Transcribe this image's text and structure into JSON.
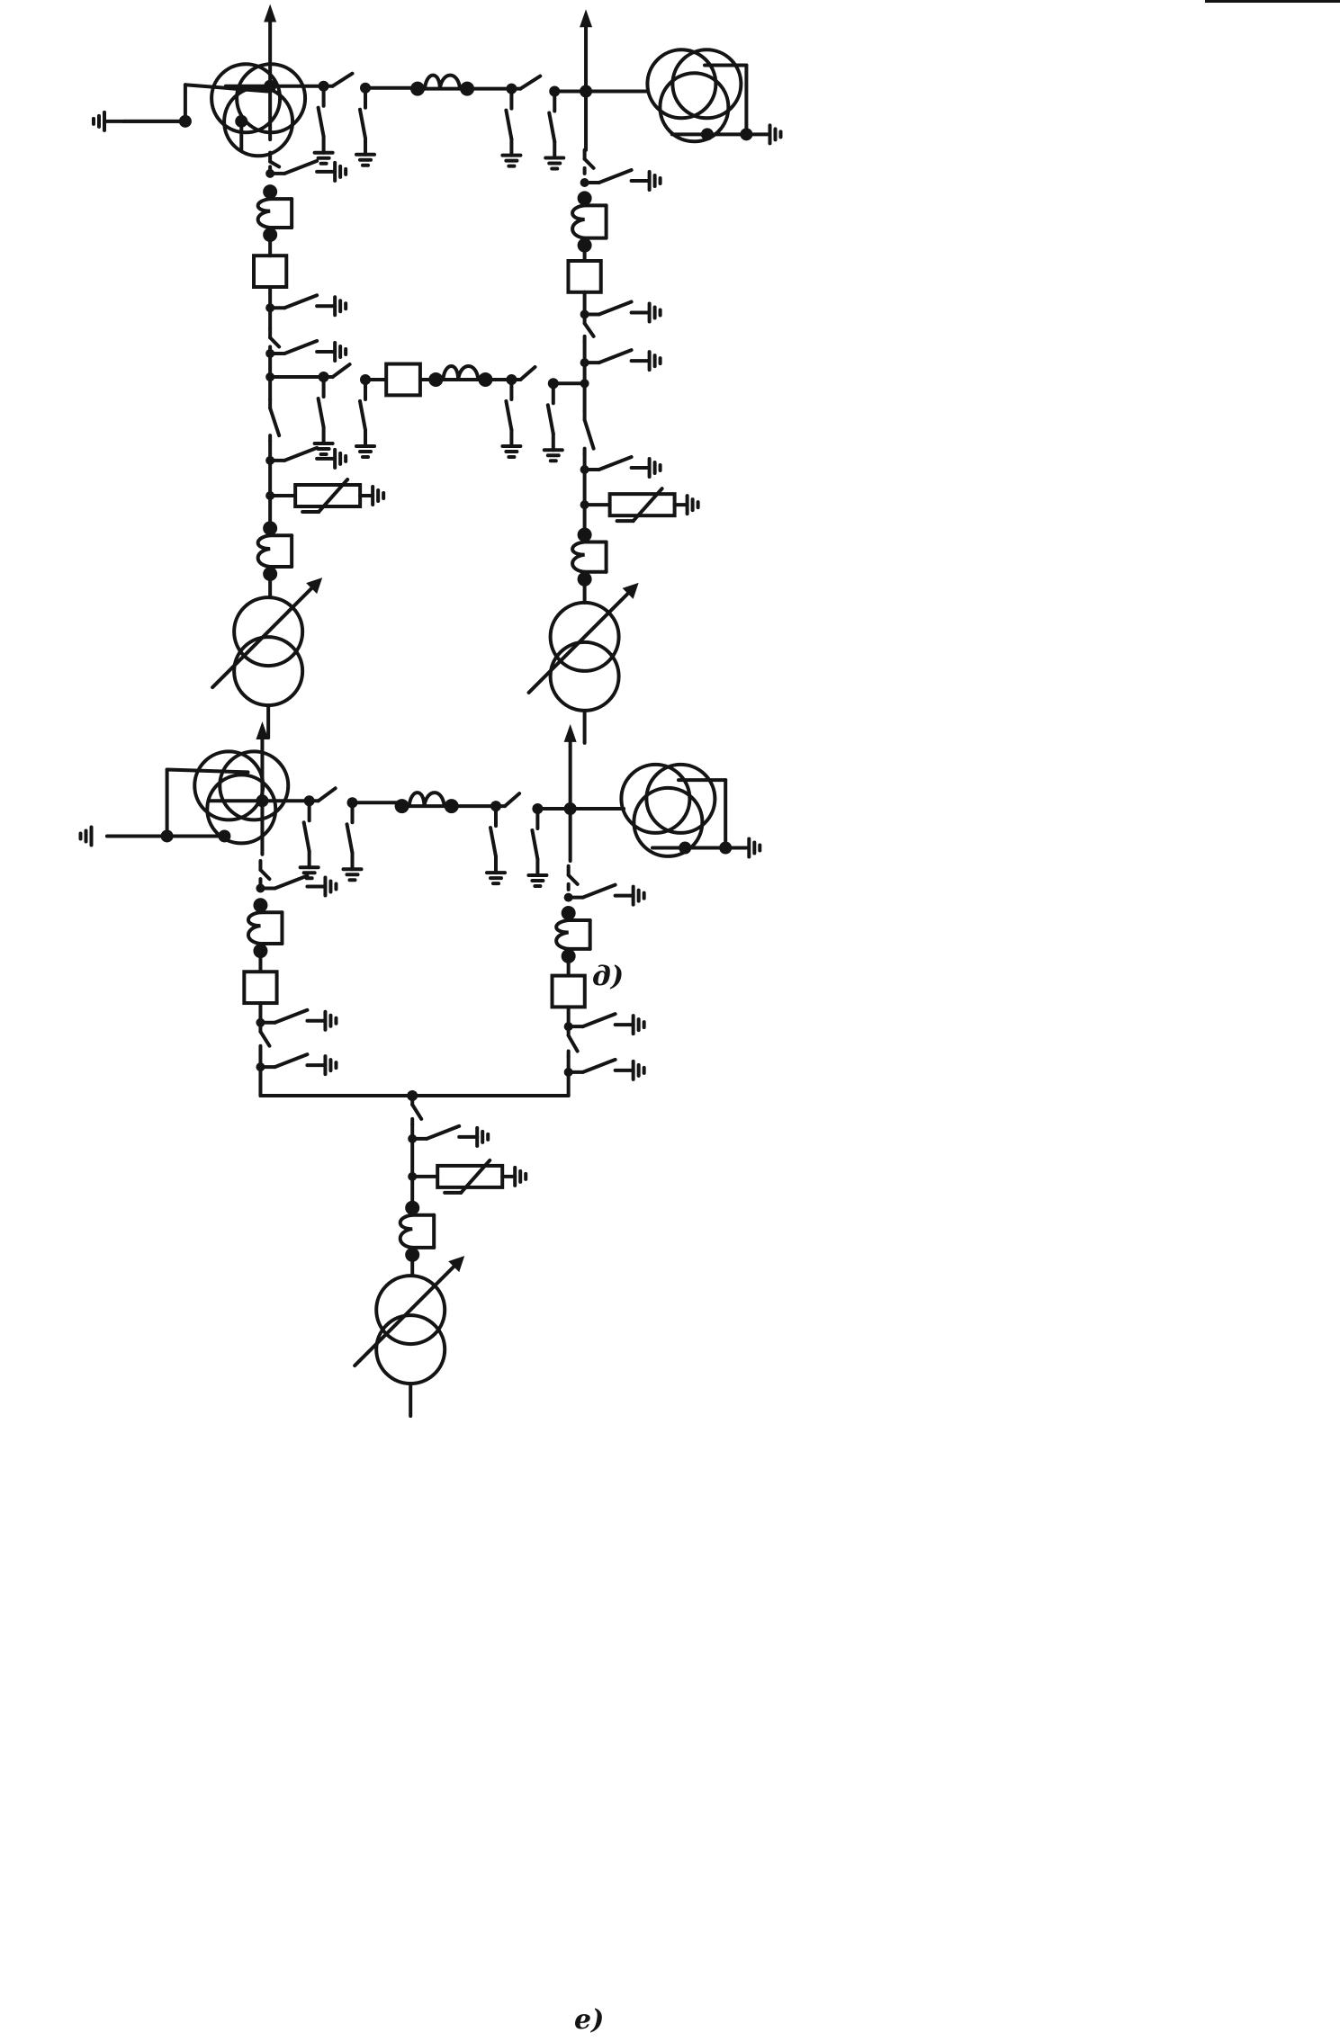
{
  "diagrams": [
    {
      "id": "d",
      "caption": "д)"
    },
    {
      "id": "e",
      "caption": "е)"
    }
  ],
  "colors": {
    "ink": "#141414",
    "paper": "#ffffff"
  },
  "symbols": [
    "three-winding-transformer-icon",
    "regulating-autotransformer-icon",
    "current-limiting-reactor-icon",
    "circuit-breaker-icon",
    "disconnector-icon",
    "earthing-switch-icon",
    "surge-arrester-icon",
    "ground-icon",
    "outgoing-line-arrow-icon"
  ]
}
